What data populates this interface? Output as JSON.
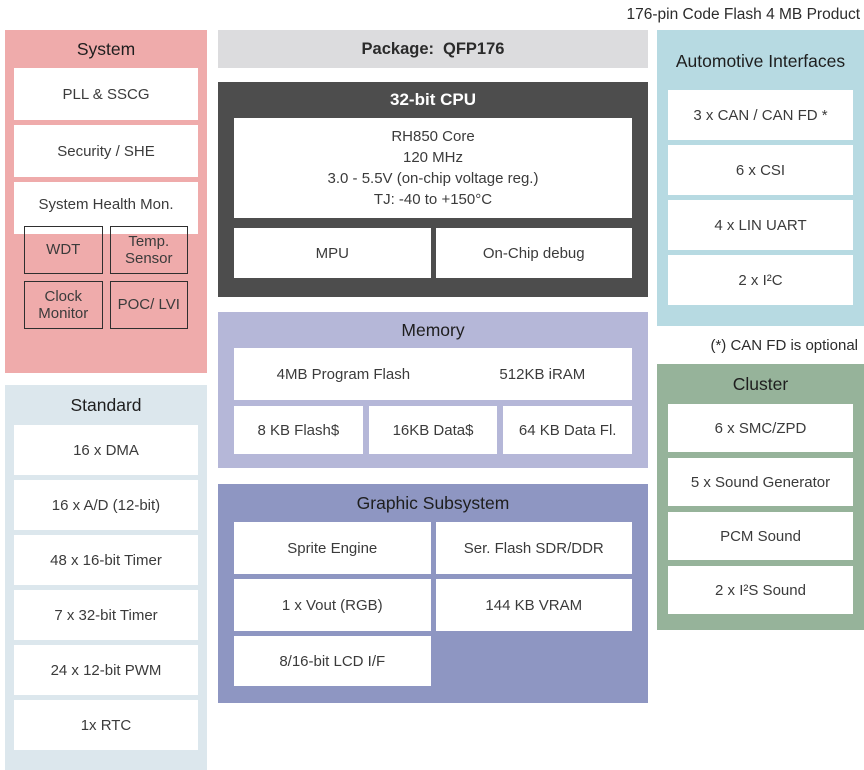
{
  "header": {
    "product_label": "176-pin Code Flash 4 MB Product"
  },
  "package": {
    "label": "Package:",
    "value": "QFP176"
  },
  "cpu": {
    "title": "32-bit CPU",
    "core_lines": [
      "RH850 Core",
      "120 MHz",
      "3.0 - 5.5V (on-chip voltage reg.)",
      "TJ: -40 to +150°C"
    ],
    "sub_blocks": [
      "MPU",
      "On-Chip debug"
    ]
  },
  "memory": {
    "title": "Memory",
    "row1": [
      "4MB Program Flash",
      "512KB iRAM"
    ],
    "row2": [
      "8 KB Flash$",
      "16KB Data$",
      "64 KB Data Fl."
    ]
  },
  "graphic": {
    "title": "Graphic Subsystem",
    "cells": [
      "Sprite Engine",
      "Ser. Flash SDR/DDR",
      "1 x Vout (RGB)",
      "144 KB VRAM",
      "8/16-bit LCD I/F"
    ]
  },
  "system": {
    "title": "System",
    "items": [
      "PLL & SSCG",
      "Security / SHE"
    ],
    "health": {
      "title": "System Health Mon.",
      "cells": [
        "WDT",
        "Temp. Sensor",
        "Clock Monitor",
        "POC/ LVI"
      ]
    }
  },
  "standard": {
    "title": "Standard",
    "items": [
      "16 x DMA",
      "16 x A/D (12-bit)",
      "48 x 16-bit Timer",
      "7 x 32-bit Timer",
      "24 x 12-bit PWM",
      "1x RTC"
    ]
  },
  "automotive": {
    "title": "Automotive Interfaces",
    "items": [
      "3 x CAN / CAN FD *",
      "6 x CSI",
      "4 x LIN UART",
      "2 x I²C"
    ]
  },
  "footnote": "(*) CAN FD is optional",
  "cluster": {
    "title": "Cluster",
    "items": [
      "6 x SMC/ZPD",
      "5 x Sound Generator",
      "PCM Sound",
      "2 x I²S Sound"
    ]
  },
  "colors": {
    "system_bg": "#efabab",
    "standard_bg": "#dce7ed",
    "package_bg": "#dcdcde",
    "cpu_bg": "#4d4d4d",
    "memory_bg": "#b5b7d8",
    "graphic_bg": "#8e96c2",
    "automotive_bg": "#b7dae2",
    "cluster_bg": "#96b39a",
    "text": "#3b3b3b"
  }
}
